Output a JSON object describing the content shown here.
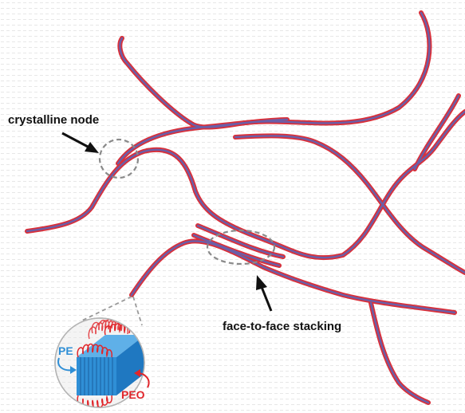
{
  "labels": {
    "crystalline_node": "crystalline node",
    "face_to_face": "face-to-face stacking",
    "pe": "PE",
    "peo": "PEO"
  },
  "colors": {
    "fiber_outer": "#d9303a",
    "fiber_inner": "#6a5fa8",
    "pe_blue": "#2f8fd6",
    "peo_red": "#e0262b",
    "dash_gray": "#8a8a8a"
  }
}
